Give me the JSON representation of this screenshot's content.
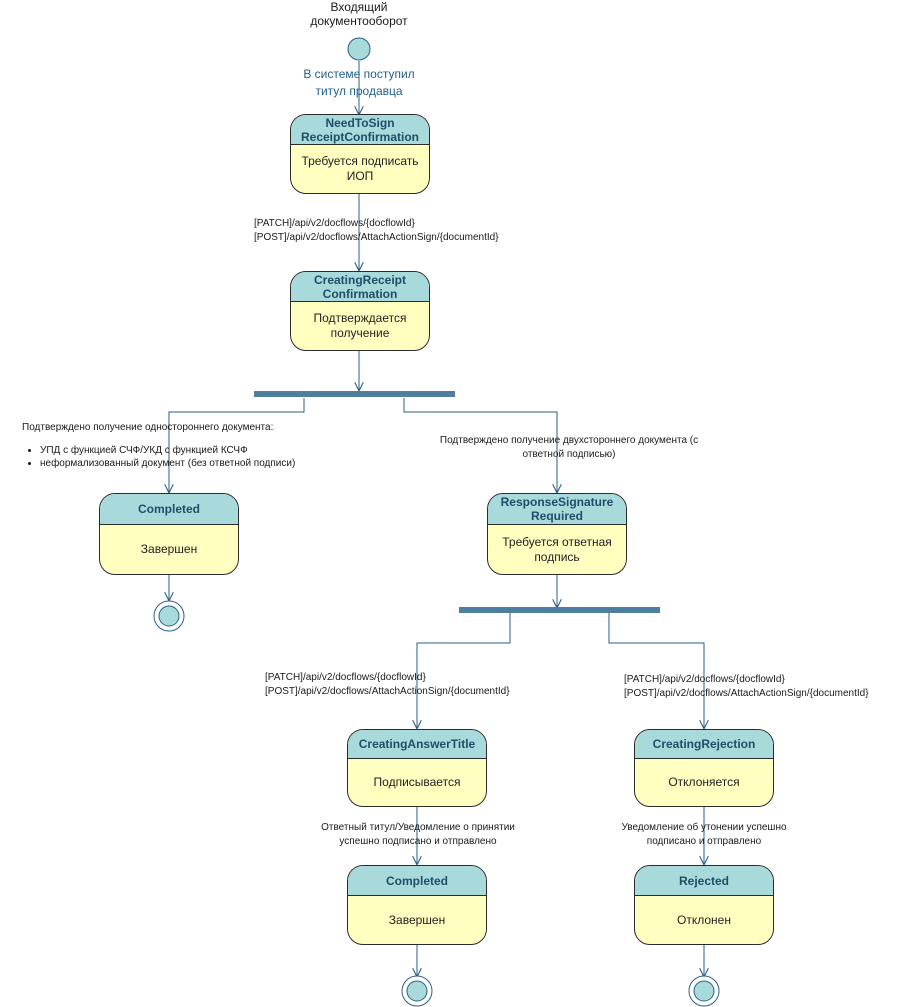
{
  "title": "Входящий документооборот",
  "transitions": {
    "start": "В системе поступил титул продавца",
    "api_patch": "[PATCH]/api/v2/docflows/{docflowId}",
    "api_post": "[POST]/api/v2/docflows/AttachActionSign/{documentId}",
    "one_sided": "Подтверждено получение одностороннего документа:",
    "one_sided_items": [
      "УПД с функцией СЧФ/УКД с функцией КСЧФ",
      "неформализованный документ (без ответной подписи)"
    ],
    "two_sided": "Подтверждено получение двухстороннего документа (с ответной подписью)",
    "answer_done": "Ответный титул/Уведомление о принятии успешно подписано и отправлено",
    "reject_done": "Уведомление об утонении успешно подписано и отправлено"
  },
  "states": {
    "need_to_sign": {
      "name": "NeedToSign ReceiptConfirmation",
      "desc": "Требуется подписать ИОП"
    },
    "creating_receipt": {
      "name": "CreatingReceipt Confirmation",
      "desc": "Подтверждается получение"
    },
    "completed_1": {
      "name": "Completed",
      "desc": "Завершен"
    },
    "response_signature": {
      "name": "ResponseSignature Required",
      "desc": "Требуется ответная подпись"
    },
    "creating_answer": {
      "name": "CreatingAnswerTitle",
      "desc": "Подписывается"
    },
    "creating_rejection": {
      "name": "CreatingRejection",
      "desc": "Отклоняется"
    },
    "completed_2": {
      "name": "Completed",
      "desc": "Завершен"
    },
    "rejected": {
      "name": "Rejected",
      "desc": "Отклонен"
    }
  },
  "colors": {
    "state_header": "#a9dadb",
    "state_body": "#ffffc0",
    "fork_bar": "#4f7f9d",
    "lines": "#2a5e88"
  }
}
